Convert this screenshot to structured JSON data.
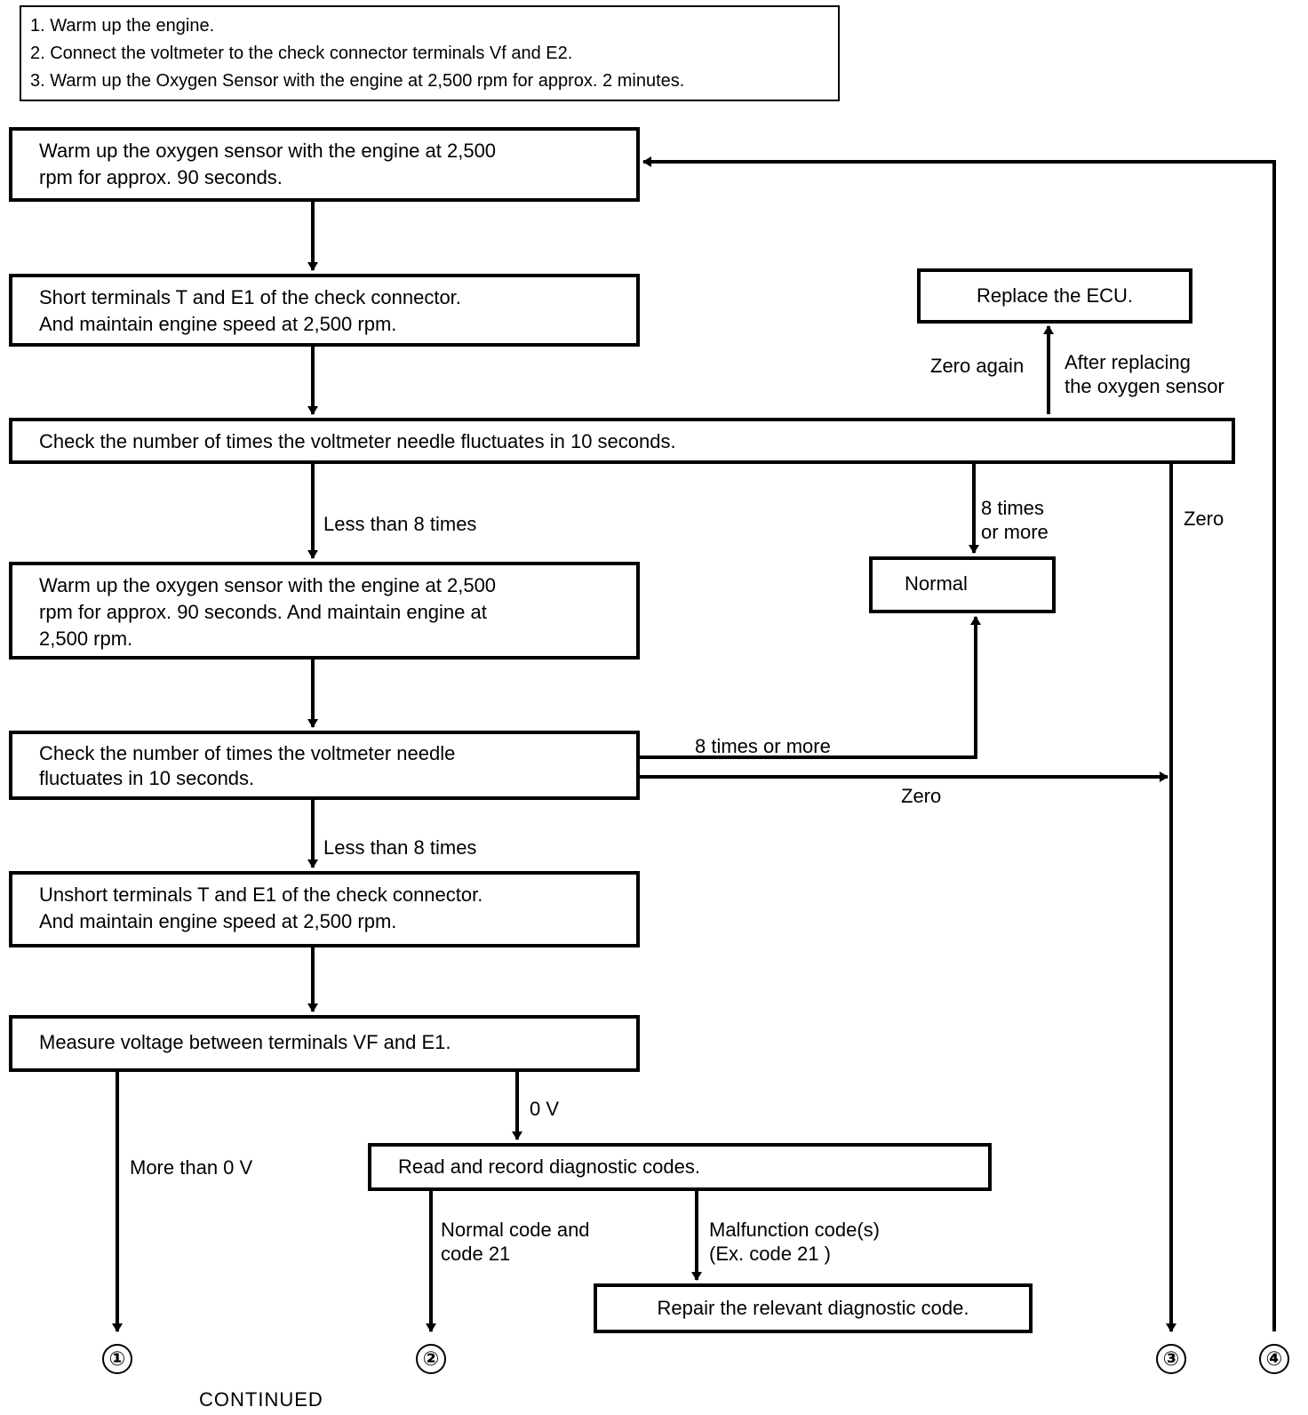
{
  "prep_steps": [
    "1.  Warm up the engine.",
    "2.  Connect the voltmeter to the check connector terminals Vf and E2.",
    "3.  Warm up the Oxygen Sensor with the engine at 2,500 rpm for approx. 2 minutes."
  ],
  "boxes": {
    "warmup1": "Warm up the oxygen sensor with the engine at 2,500\nrpm for approx. 90 seconds.",
    "short": "Short terminals T and E1 of the check connector.\nAnd maintain engine speed at 2,500 rpm.",
    "check1": "Check the number of times the voltmeter needle fluctuates in 10 seconds.",
    "warmup2": "Warm up the oxygen sensor with the engine at 2,500\nrpm for approx. 90 seconds.  And maintain engine at\n2,500 rpm.",
    "check2": "Check the number of times the voltmeter needle\nfluctuates in 10 seconds.",
    "unshort": "Unshort terminals T and E1 of the check connector.\nAnd maintain engine speed at 2,500 rpm.",
    "measure": "Measure voltage between terminals VF and E1.",
    "read": "Read and record diagnostic codes.",
    "replace_ecu": "Replace the ECU.",
    "normal": "Normal",
    "repair": "Repair the relevant diagnostic code."
  },
  "labels": {
    "zero_again": "Zero again",
    "after_replacing": "After replacing\nthe oxygen sensor",
    "less_than_8_a": "Less than 8 times",
    "eight_or_more_a": "8 times\nor more",
    "zero_a": "Zero",
    "eight_or_more_b": "8 times or more",
    "zero_b": "Zero",
    "less_than_8_b": "Less than 8 times",
    "zero_v": "0 V",
    "more_than_0v": "More than 0 V",
    "normal_code": "Normal code and\ncode 21",
    "malfunction_code": "Malfunction code(s)\n(Ex. code 21 )"
  },
  "connectors": [
    "①",
    "②",
    "③",
    "④"
  ],
  "footer": "CONTINUED"
}
